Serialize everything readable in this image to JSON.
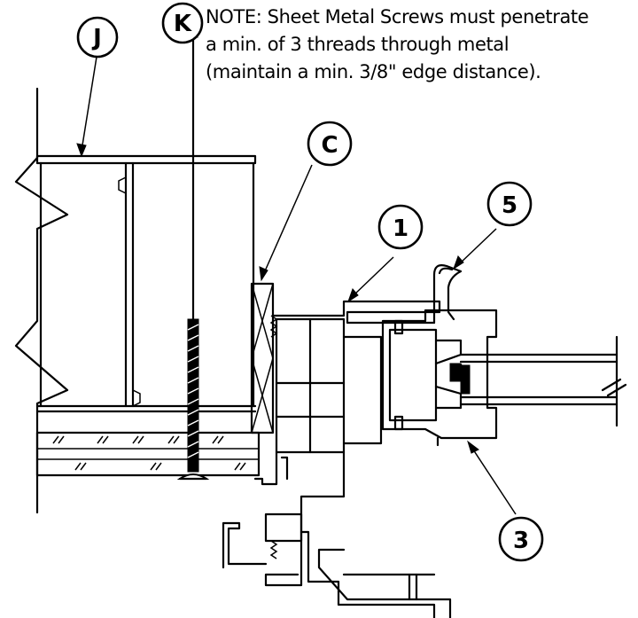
{
  "note": {
    "line1": "NOTE: Sheet Metal Screws must penetrate",
    "line2": "a min. of 3 threads through metal",
    "line3": "(maintain a min. 3/8\" edge distance)."
  },
  "callouts": {
    "J": "J",
    "K": "K",
    "C": "C",
    "one": "1",
    "five": "5",
    "three": "3"
  }
}
